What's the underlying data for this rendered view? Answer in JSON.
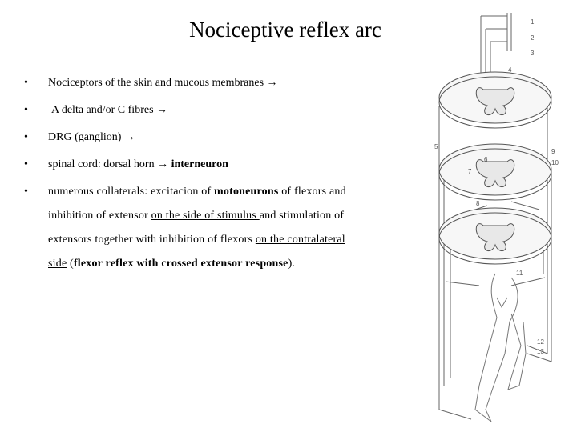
{
  "title": "Nociceptive reflex arc",
  "bullets": [
    {
      "text": "Nociceptors of the skin and mucous membranes →"
    },
    {
      "text": "A delta and/or C fibres →"
    },
    {
      "pre": "DRG",
      "post": " (ganglion) →"
    },
    {
      "pre": "spinal cord: dorsal horn → ",
      "bold": "interneuron"
    },
    {
      "l1a": "numerous collaterals: excitacion of ",
      "l1b": "motoneurons",
      "l1c": " of flexors and",
      "l2a": "inhibition of extensor ",
      "l2b": "on the side of stimulus ",
      "l2c": "and stimulation of",
      "l3a": "extensors together with inhibition of flexors ",
      "l3b": "on the contralateral",
      "l4a": "side",
      "l4b": " (",
      "l4c": "flexor reflex with crossed extensor response",
      "l4d": ")."
    }
  ],
  "bullet_glyph": "•",
  "figure_labels": [
    "1",
    "2",
    "3",
    "4",
    "5",
    "6",
    "7",
    "8",
    "9",
    "10",
    "11",
    "12",
    "13"
  ]
}
